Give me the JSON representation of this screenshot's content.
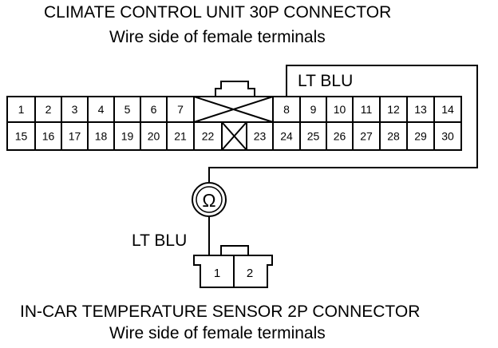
{
  "top_connector": {
    "title": "CLIMATE CONTROL UNIT 30P CONNECTOR",
    "subtitle": "Wire side of female terminals",
    "wire_label": "LT BLU",
    "row1": [
      "1",
      "2",
      "3",
      "4",
      "5",
      "6",
      "7",
      "8",
      "9",
      "10",
      "11",
      "12",
      "13",
      "14"
    ],
    "row2": [
      "15",
      "16",
      "17",
      "18",
      "19",
      "20",
      "21",
      "22",
      "23",
      "24",
      "25",
      "26",
      "27",
      "28",
      "29",
      "30"
    ]
  },
  "meter": {
    "symbol": "Ω"
  },
  "bottom_connector": {
    "wire_label": "LT BLU",
    "terminals": [
      "1",
      "2"
    ],
    "title": "IN-CAR TEMPERATURE SENSOR 2P CONNECTOR",
    "subtitle": "Wire side of female terminals"
  }
}
